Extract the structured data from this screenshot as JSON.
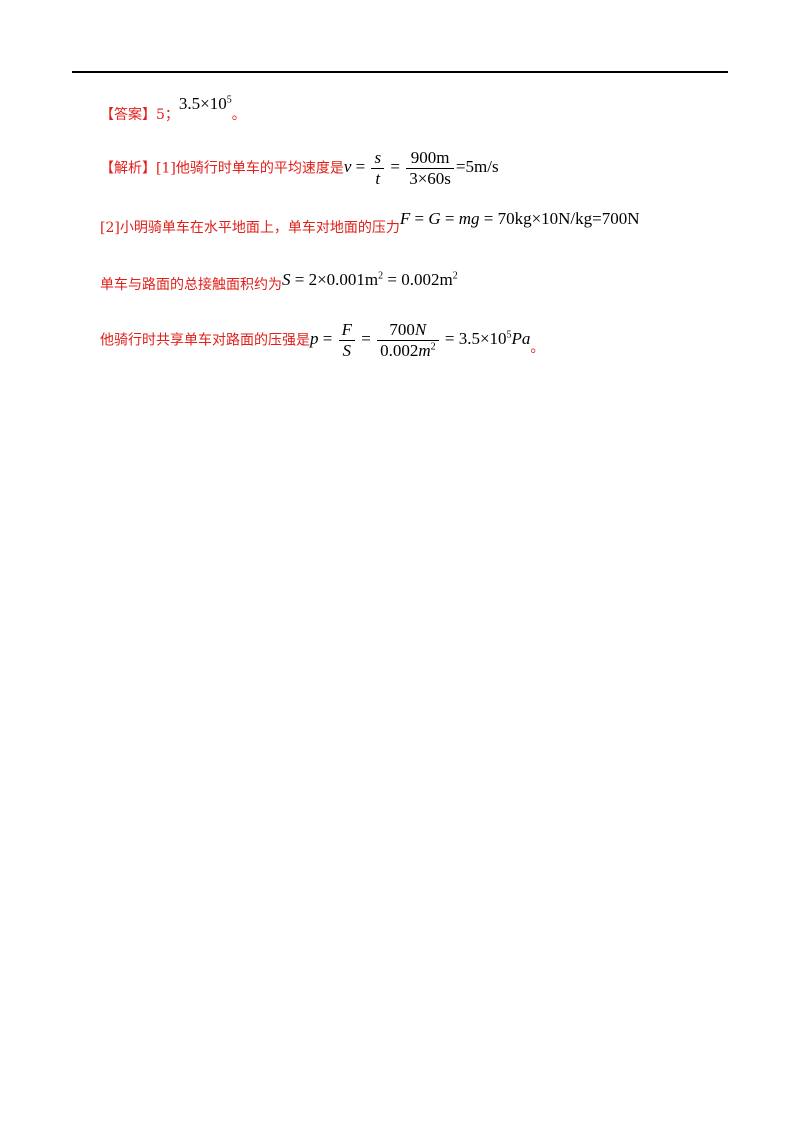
{
  "answer": {
    "label": "【答案】",
    "value": "5；",
    "formula": {
      "mantissa": "3.5×10",
      "exp": "5"
    },
    "end": "。"
  },
  "analysis": {
    "label": "【解析】",
    "line1": {
      "text": "[1]他骑行时单车的平均速度是",
      "lhs": "v",
      "eq": " = ",
      "f1_num": "s",
      "f1_den": "t",
      "eq2": " = ",
      "f2_num": "900m",
      "f2_den": "3×60s",
      "result": "=5m/s"
    },
    "line2": {
      "text": "[2]小明骑单车在水平地面上，单车对地面的压力",
      "F": "F",
      "eq1": " = ",
      "G": "G",
      "eq2": " = ",
      "mg": "mg",
      "rest": " = 70kg×10N/kg=700N"
    },
    "line3": {
      "text": "单车与路面的总接触面积约为",
      "S": "S",
      "part1": " = 2×0.001m",
      "exp1": "2",
      "part2": " = 0.002m",
      "exp2": "2"
    },
    "line4": {
      "text": "他骑行时共享单车对路面的压强是",
      "p": "p",
      "eq": " = ",
      "f1_num": "F",
      "f1_den": "S",
      "eq2": " = ",
      "f2_num_n": "700",
      "f2_num_u": "N",
      "f2_den_n": "0.002",
      "f2_den_u": "m",
      "f2_den_exp": "2",
      "rest": " = 3.5×10",
      "exp": "5",
      "unit": "Pa",
      "end": "。"
    }
  }
}
